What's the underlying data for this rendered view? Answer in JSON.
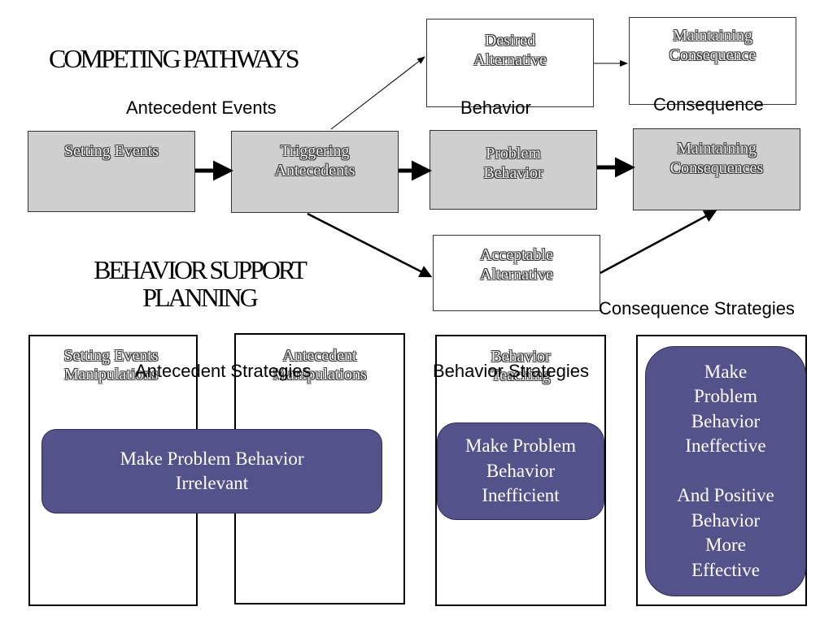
{
  "titles": {
    "competing_pathways": "COMPETING PATHWAYS",
    "behavior_support_planning": "BEHAVIOR SUPPORT\nPLANNING"
  },
  "column_labels": {
    "antecedent_events": "Antecedent Events",
    "behavior": "Behavior",
    "consequence": "Consequence"
  },
  "pathway_boxes": {
    "setting_events": "Setting Events",
    "triggering_antecedents": "Triggering\nAntecedents",
    "problem_behavior": "Problem\nBehavior",
    "maintaining_consequences": "Maintaining\nConsequences",
    "desired_alternative": "Desired\nAlternative",
    "maintaining_consequence": "Maintaining\nConsequence",
    "acceptable_alternative": "Acceptable\nAlternative"
  },
  "strategy_captions": {
    "consequence_strategies": "Consequence Strategies",
    "antecedent_strategies": "Antecedent Strategies",
    "behavior_strategies": "Behavior Strategies"
  },
  "strategy_columns": {
    "setting_events_manipulations": "Setting Events\nManipulations",
    "antecedent_manipulations": "Antecedent\nManipulations",
    "behavior_teaching": "Behavior\nTeaching"
  },
  "outcomes": {
    "irrelevant": "Make Problem Behavior\nIrrelevant",
    "inefficient": "Make Problem\nBehavior\nInefficient",
    "ineffective": "Make\nProblem\nBehavior\nIneffective\n\nAnd Positive\nBehavior\nMore\nEffective"
  },
  "colors": {
    "gray_box": "#cfcfcf",
    "outcome_fill": "#54528a"
  }
}
